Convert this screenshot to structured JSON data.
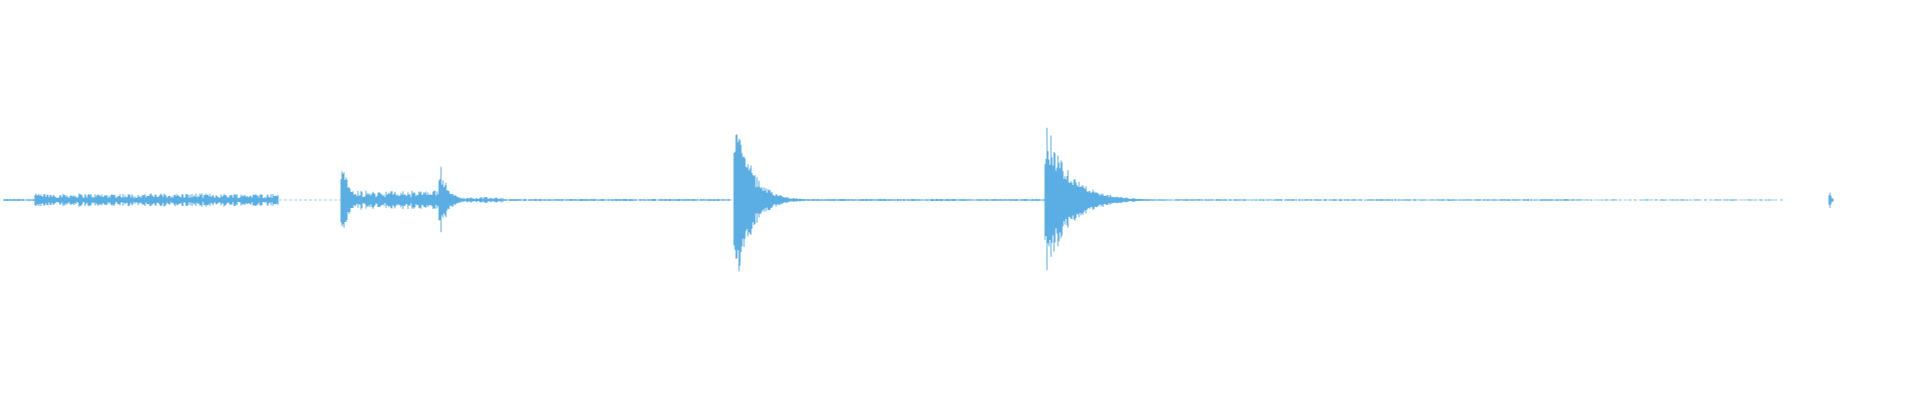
{
  "waveform": {
    "color": "#5aaee3",
    "background": "#ffffff",
    "duration_fraction_drawn": 0.955,
    "events": [
      {
        "pos": 0.178,
        "amplitude": 0.45,
        "decay": 0.004,
        "kind": "transient"
      },
      {
        "pos": 0.229,
        "amplitude": 0.42,
        "decay": 0.004,
        "kind": "transient"
      },
      {
        "pos": 0.383,
        "amplitude": 1.0,
        "decay": 0.008,
        "kind": "transient"
      },
      {
        "pos": 0.545,
        "amplitude": 0.84,
        "decay": 0.012,
        "kind": "transient"
      },
      {
        "pos": 0.953,
        "amplitude": 0.1,
        "decay": 0.001,
        "kind": "blip"
      }
    ],
    "noise_regions": [
      {
        "start": 0.018,
        "end": 0.145,
        "amplitude": 0.07
      },
      {
        "start": 0.178,
        "end": 0.233,
        "amplitude": 0.1
      },
      {
        "start": 0.233,
        "end": 0.262,
        "amplitude": 0.03
      },
      {
        "start": 0.0,
        "end": 0.018,
        "amplitude": 0.012
      },
      {
        "start": 0.262,
        "end": 0.38,
        "amplitude": 0.012
      },
      {
        "start": 0.39,
        "end": 0.545,
        "amplitude": 0.012
      },
      {
        "start": 0.56,
        "end": 0.82,
        "amplitude": 0.01
      },
      {
        "start": 0.82,
        "end": 0.93,
        "amplitude": 0.006
      }
    ]
  }
}
